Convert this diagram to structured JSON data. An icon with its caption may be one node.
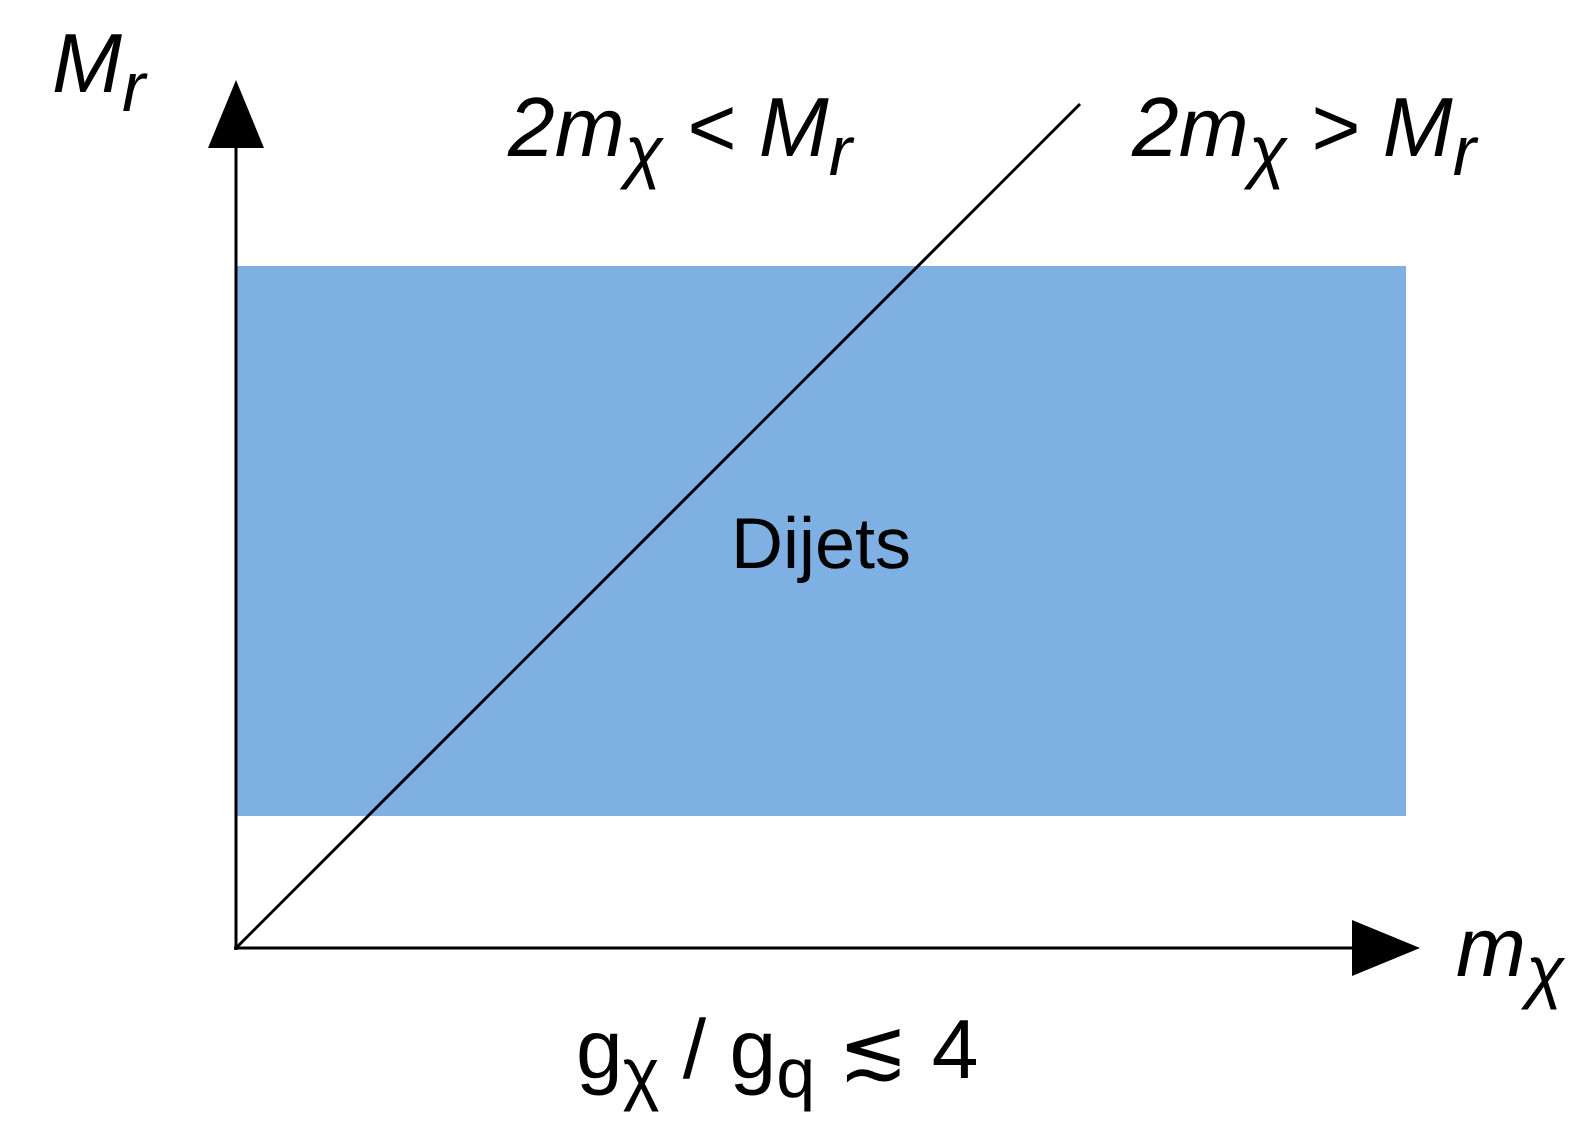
{
  "diagram": {
    "nodes": [
      {
        "text": [
          "Dijets"
        ]
      }
    ],
    "labels": [
      "M$_{r}$",
      "2m$_{χ}$ < M$_{r}$",
      "2m$_{χ}$ > M$_{r}$",
      "m$_{χ}$",
      "g$_{χ}$ / g$_{q}$ ≲ 4"
    ]
  }
}
